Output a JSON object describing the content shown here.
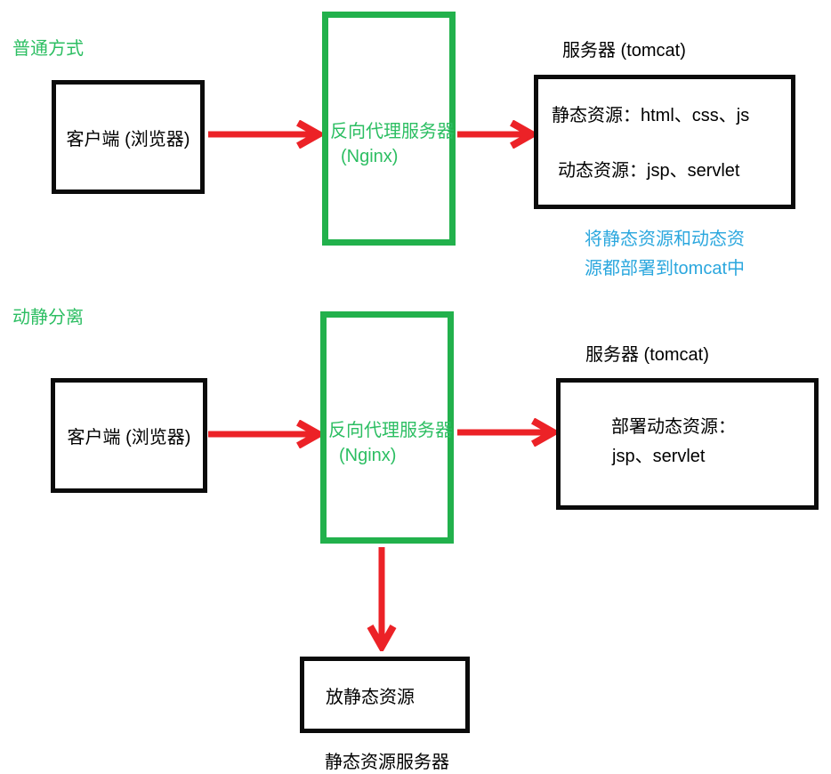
{
  "colors": {
    "green": "#22B14C",
    "green_text": "#2CBE62",
    "red": "#EC2227",
    "blue": "#2BA7DE"
  },
  "sections": {
    "normal": {
      "label": "普通方式",
      "client": "客户端 (浏览器)",
      "proxy": {
        "line1": "反向代理服务器",
        "line2": "(Nginx)"
      },
      "server_title": "服务器 (tomcat)",
      "server": {
        "line1": "静态资源：html、css、js",
        "line2": "动态资源：jsp、servlet"
      },
      "note": {
        "line1": "将静态资源和动态资",
        "line2": "源都部署到tomcat中"
      }
    },
    "separated": {
      "label": "动静分离",
      "client": "客户端 (浏览器)",
      "proxy": {
        "line1": "反向代理服务器",
        "line2": "(Nginx)"
      },
      "server_title": "服务器 (tomcat)",
      "server": {
        "line1": "部署动态资源：",
        "line2": "jsp、servlet"
      },
      "static_server": {
        "box": "放静态资源",
        "label": "静态资源服务器"
      }
    }
  }
}
